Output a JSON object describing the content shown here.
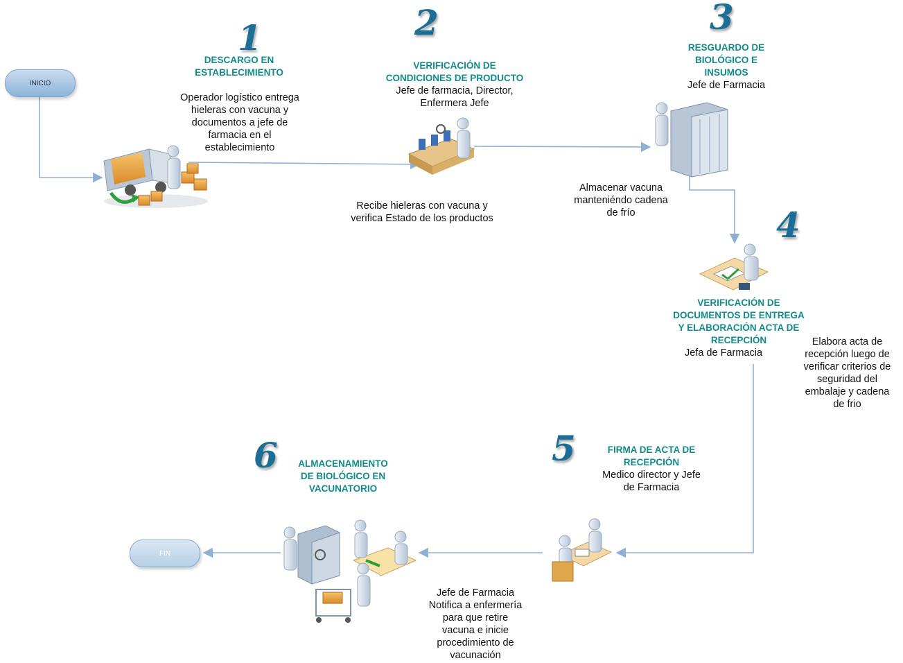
{
  "terminals": {
    "start": "INICIO",
    "end": "FIN"
  },
  "steps": [
    {
      "number": "1",
      "title": [
        "DESCARGO EN",
        "ESTABLECIMIENTO"
      ],
      "description": [
        "Operador logístico entrega",
        "hieleras con vacuna y",
        "documentos a  jefe de",
        "farmacia en el",
        "establecimiento"
      ]
    },
    {
      "number": "2",
      "title": [
        "VERIFICACIÓN DE",
        "CONDICIONES DE PRODUCTO"
      ],
      "actors": [
        "Jefe de farmacia, Director,",
        "Enfermera Jefe"
      ],
      "note": [
        "Recibe hieleras con vacuna y",
        "verifica Estado de los productos"
      ]
    },
    {
      "number": "3",
      "title": [
        "RESGUARDO DE",
        "BIOLÓGICO E",
        "INSUMOS"
      ],
      "actors": [
        "Jefe de Farmacia"
      ],
      "note": [
        "Almacenar vacuna",
        "manteniéndo cadena",
        "de frío"
      ]
    },
    {
      "number": "4",
      "title": [
        "VERIFICACIÓN DE",
        "DOCUMENTOS DE ENTREGA",
        "Y ELABORACIÓN ACTA DE",
        "RECEPCIÓN"
      ],
      "actors": [
        "Jefa de Farmacia"
      ],
      "note": [
        "Elabora acta de",
        "recepción luego de",
        "verificar criterios de",
        "seguridad del",
        "embalaje y cadena",
        "de frio"
      ]
    },
    {
      "number": "5",
      "title": [
        "FIRMA DE ACTA DE",
        "RECEPCIÓN"
      ],
      "actors": [
        "Medico director y Jefe",
        "de Farmacia"
      ]
    },
    {
      "number": "6",
      "title": [
        "ALMACENAMIENTO",
        "DE BIOLÓGICO EN",
        "VACUNATORIO"
      ],
      "note": [
        "Jefe de Farmacia",
        "Notifica a enfermería",
        "para que retire",
        "vacuna e inicie",
        "procedimiento de",
        "vacunación"
      ]
    }
  ],
  "icons": [
    "delivery-truck-icon",
    "inspection-conveyor-icon",
    "server-storage-icon",
    "document-desk-icon",
    "signing-meeting-icon",
    "storage-safe-icon"
  ]
}
